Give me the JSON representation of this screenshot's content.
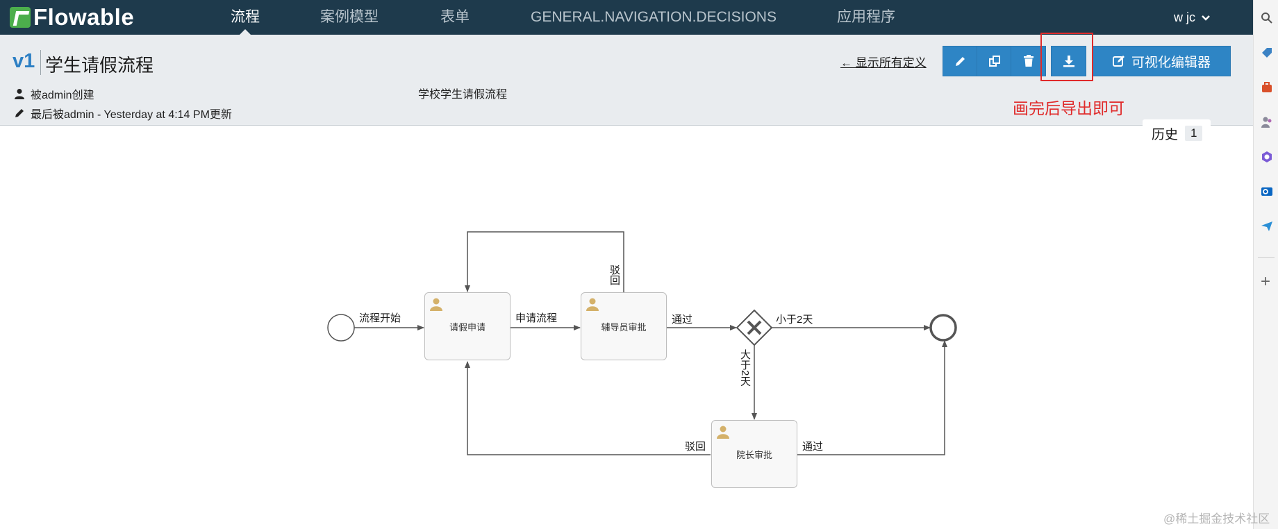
{
  "navbar": {
    "brand": "Flowable",
    "items": [
      {
        "label": "流程",
        "active": true
      },
      {
        "label": "案例模型",
        "active": false
      },
      {
        "label": "表单",
        "active": false
      },
      {
        "label": "GENERAL.NAVIGATION.DECISIONS",
        "active": false
      },
      {
        "label": "应用程序",
        "active": false
      }
    ],
    "user": "w jc"
  },
  "header": {
    "version": "v1",
    "title": "学生请假流程",
    "created_by": "被admin创建",
    "updated": "最后被admin - Yesterday at 4:14 PM更新",
    "description": "学校学生请假流程",
    "back_link": "← 显示所有定义",
    "buttons": {
      "edit": "edit-icon",
      "copy": "copy-icon",
      "delete": "trash-icon",
      "export": "download-icon",
      "visual_editor": "可视化编辑器"
    },
    "history_label": "历史",
    "history_count": "1",
    "annotation": "画完后导出即可"
  },
  "diagram": {
    "tasks": {
      "apply": "请假申请",
      "counselor": "辅导员审批",
      "dean": "院长审批"
    },
    "flows": {
      "start": "流程开始",
      "submit": "申请流程",
      "reject_counselor": "驳回",
      "pass_counselor": "通过",
      "less_than_2": "小于2天",
      "more_than_2": "大于2天",
      "reject_dean": "驳回",
      "pass_dean": "通过"
    }
  },
  "watermark": "@稀土掘金技术社区",
  "colors": {
    "navbar": "#1e3a4c",
    "primary_button": "#2e85c5",
    "header_bg": "#e9ecef",
    "annotation": "#e02a2a"
  }
}
